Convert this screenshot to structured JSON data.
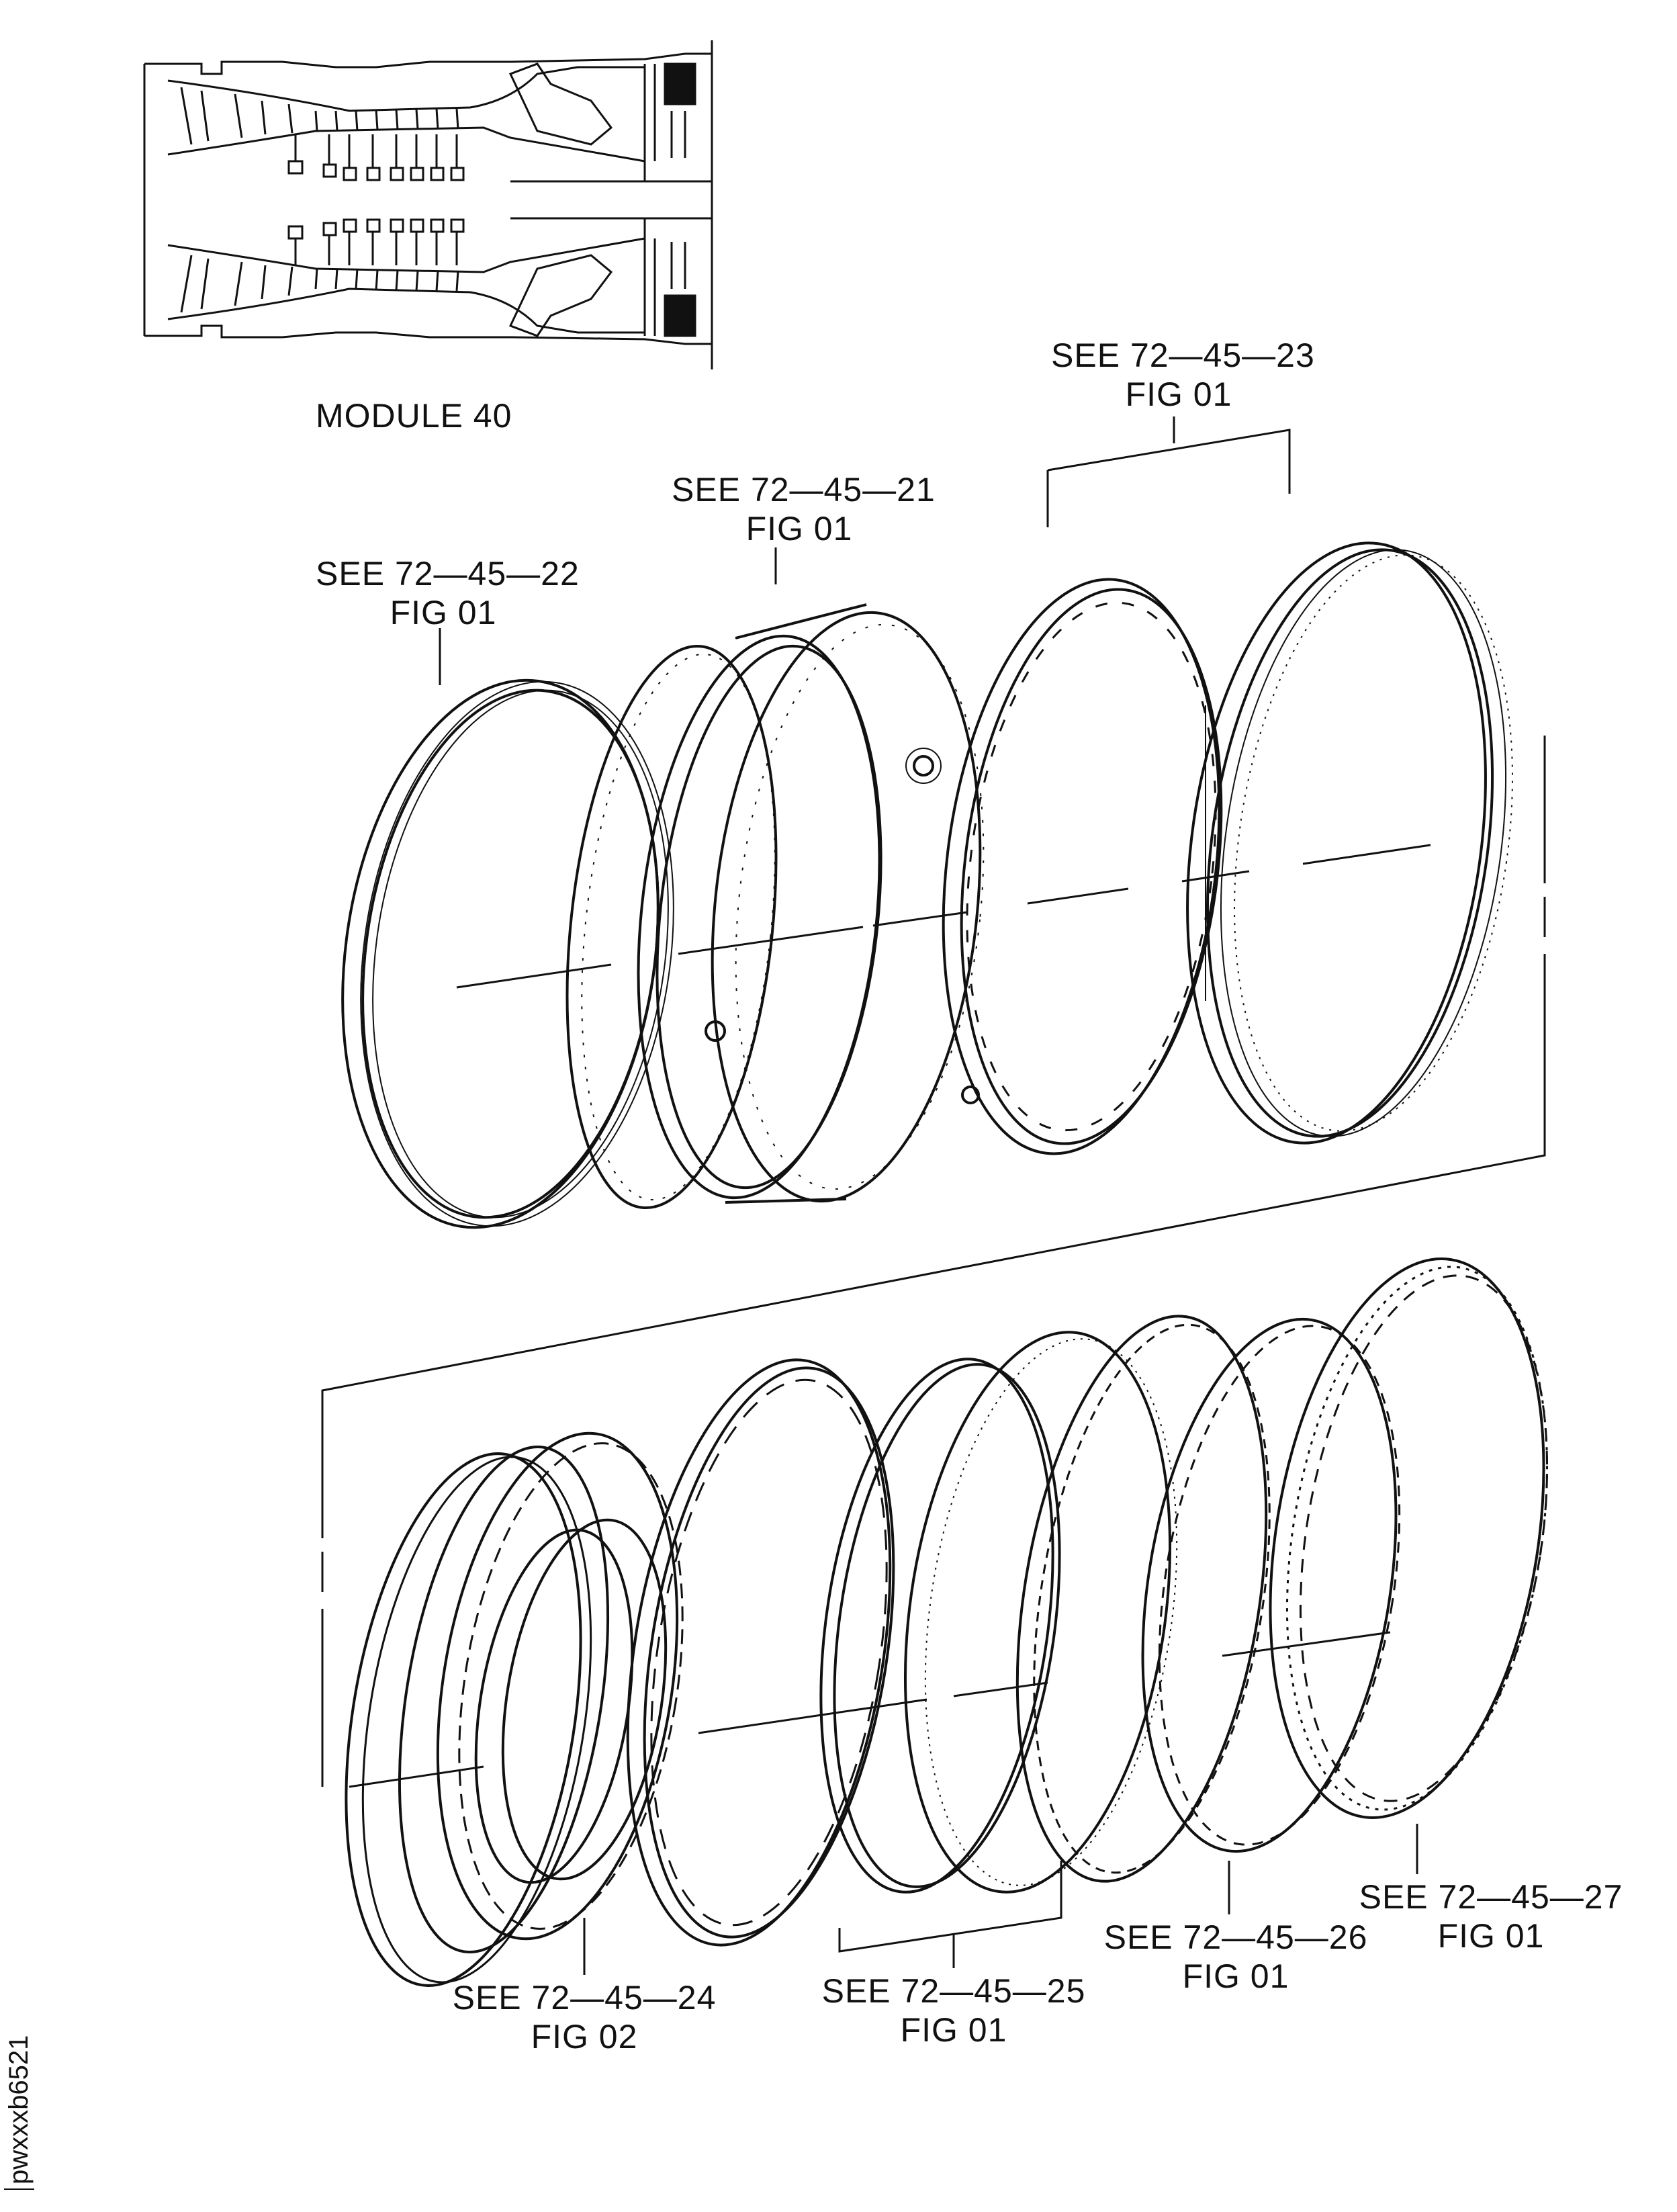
{
  "module_caption": "MODULE 40",
  "figure_id": "pwxxxb6521",
  "callouts": [
    {
      "id": "c22",
      "ref": "SEE 72—45—22",
      "fig": "FIG 01"
    },
    {
      "id": "c21",
      "ref": "SEE 72—45—21",
      "fig": "FIG 01"
    },
    {
      "id": "c23",
      "ref": "SEE 72—45—23",
      "fig": "FIG 01"
    },
    {
      "id": "c24",
      "ref": "SEE 72—45—24",
      "fig": "FIG 02"
    },
    {
      "id": "c25",
      "ref": "SEE 72—45—25",
      "fig": "FIG 01"
    },
    {
      "id": "c26",
      "ref": "SEE 72—45—26",
      "fig": "FIG 01"
    },
    {
      "id": "c27",
      "ref": "SEE 72—45—27",
      "fig": "FIG 01"
    }
  ],
  "colors": {
    "ink": "#111111",
    "paper": "#ffffff"
  }
}
